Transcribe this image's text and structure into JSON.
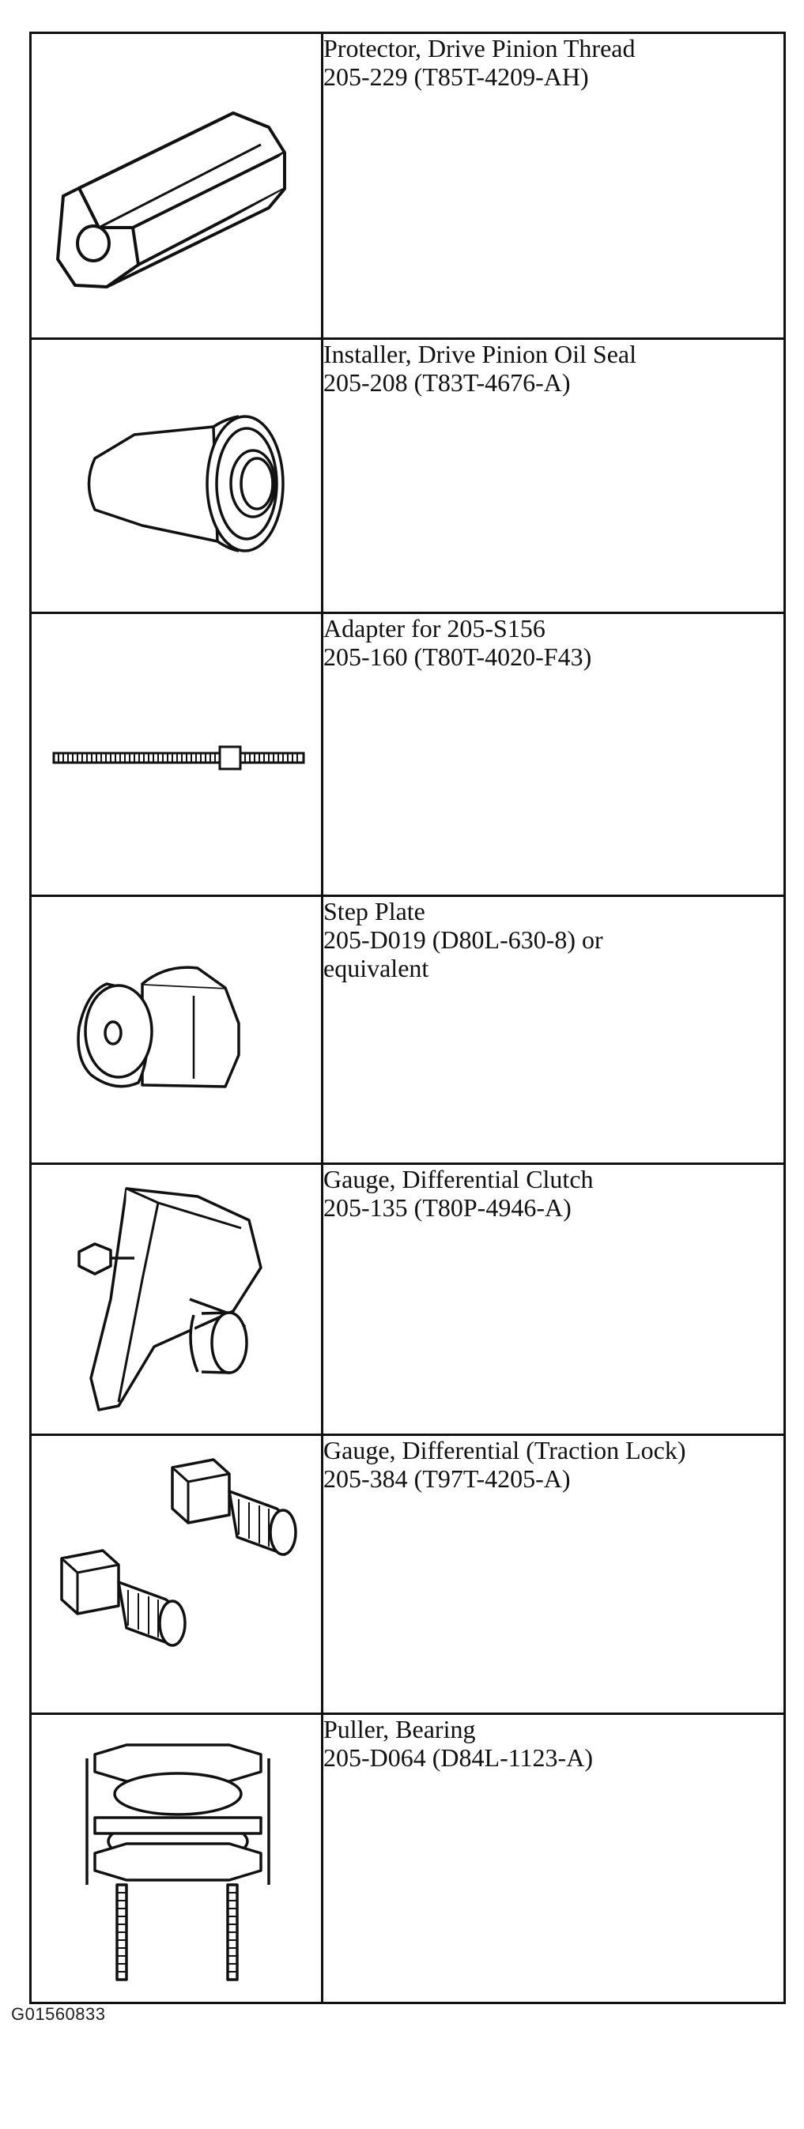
{
  "tools": [
    {
      "name": "Protector, Drive Pinion Thread",
      "code": "205-229 (T85T-4209-AH)",
      "extra": "",
      "icon": "thread-protector-icon"
    },
    {
      "name": "Installer, Drive Pinion Oil Seal",
      "code": "205-208 (T83T-4676-A)",
      "extra": "",
      "icon": "oil-seal-installer-icon"
    },
    {
      "name": "Adapter for 205-S156",
      "code": "205-160 (T80T-4020-F43)",
      "extra": "",
      "icon": "threaded-adapter-icon"
    },
    {
      "name": "Step Plate",
      "code": "205-D019 (D80L-630-8) or",
      "extra": "equivalent",
      "icon": "step-plate-icon"
    },
    {
      "name": "Gauge, Differential Clutch",
      "code": "205-135 (T80P-4946-A)",
      "extra": "",
      "icon": "clutch-gauge-icon"
    },
    {
      "name": "Gauge, Differential (Traction Lock)",
      "code": "205-384 (T97T-4205-A)",
      "extra": "",
      "icon": "traction-lock-gauge-icon"
    },
    {
      "name": "Puller, Bearing",
      "code": "205-D064 (D84L-1123-A)",
      "extra": "",
      "icon": "bearing-puller-icon"
    }
  ],
  "figure_id": "G01560833"
}
